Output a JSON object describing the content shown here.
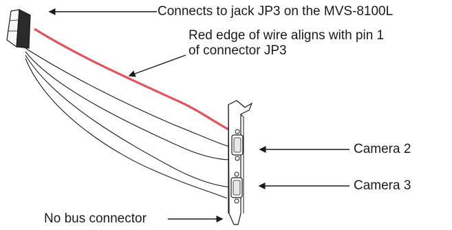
{
  "callouts": {
    "jack": "Connects to jack JP3 on the MVS-8100L",
    "red_edge_line1": "Red edge of wire aligns with pin 1",
    "red_edge_line2": "of connector JP3",
    "camera2": "Camera 2",
    "camera3": "Camera 3",
    "no_bus": "No bus connector"
  },
  "colors": {
    "line": "#1a1a1a",
    "red_edge": "#e8515b",
    "background": "#ffffff"
  },
  "icons": {
    "arrow": "filled-triangle-arrowhead",
    "connector": "ribbon-cable-connector",
    "bracket": "pci-slot-bracket",
    "db_port": "d-sub-port"
  }
}
